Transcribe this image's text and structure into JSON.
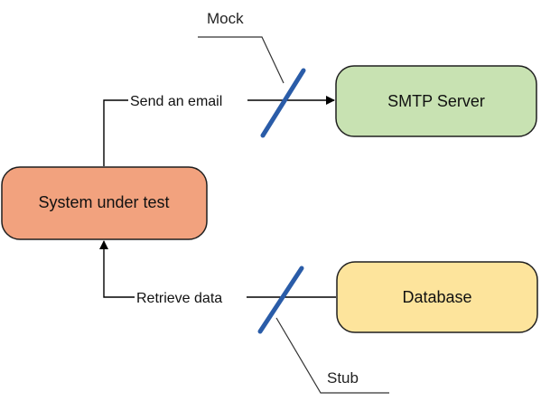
{
  "nodes": {
    "system_under_test": {
      "label": "System under test",
      "fill": "#f2a27e",
      "stroke": "#1f1f1f"
    },
    "smtp_server": {
      "label": "SMTP Server",
      "fill": "#c8e2b2",
      "stroke": "#1f1f1f"
    },
    "database": {
      "label": "Database",
      "fill": "#fde49c",
      "stroke": "#1f1f1f"
    }
  },
  "edges": {
    "send_email": {
      "label": "Send an email",
      "color": "#000000"
    },
    "retrieve_data": {
      "label": "Retrieve data",
      "color": "#000000"
    }
  },
  "callouts": {
    "mock": {
      "label": "Mock",
      "leader_color": "#333333"
    },
    "stub": {
      "label": "Stub",
      "leader_color": "#333333"
    }
  },
  "test_double_marker_color": "#2a5ca8"
}
